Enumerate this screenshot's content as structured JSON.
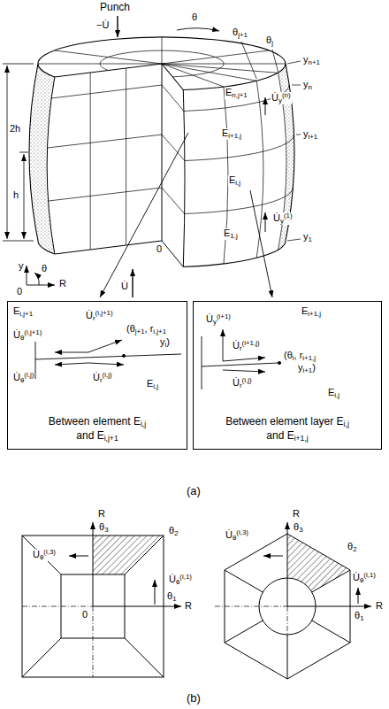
{
  "diagram": {
    "nodes": [
      {
        "text": [
          "Between element Ei,j and Ei,j+1"
        ]
      },
      {
        "text": [
          "Between element layer Ei,j and Ei+1,j"
        ]
      }
    ],
    "labels": [
      "Punch",
      "−U̇",
      "θ",
      "θj+1",
      "θj",
      "En,j+1",
      "U̇y(n)",
      "yn+1",
      "yn",
      "Ei+1,j",
      "yi+1",
      "2h",
      "h",
      "Ei,j",
      "U̇y(1)",
      "y1",
      "E1,j",
      "0",
      "y",
      "θ",
      "R",
      "0",
      "U̇",
      "Ei,j+1",
      "U̇θ(i,j+1)",
      "U̇r(i,j+1)",
      "(θj+1, ri,j+1",
      "yi)",
      "U̇θ(i,j)",
      "U̇r(i,j)",
      "Ei,j",
      "Ei+1,j",
      "U̇y(i+1)",
      "U̇r(i+1,j)",
      "(θi, ri+1,j",
      "yi+1)",
      "U̇r(i,j)",
      "Ei,j",
      "(a)",
      "R",
      "θ3",
      "θ2",
      "U̇θ(i,3)",
      "U̇θ(i,1)",
      "θ1",
      "R",
      "0",
      "R",
      "θ3",
      "θ2",
      "U̇θ(i,3)",
      "U̇θ(i,1)",
      "θ1",
      "R",
      "(b)"
    ]
  }
}
